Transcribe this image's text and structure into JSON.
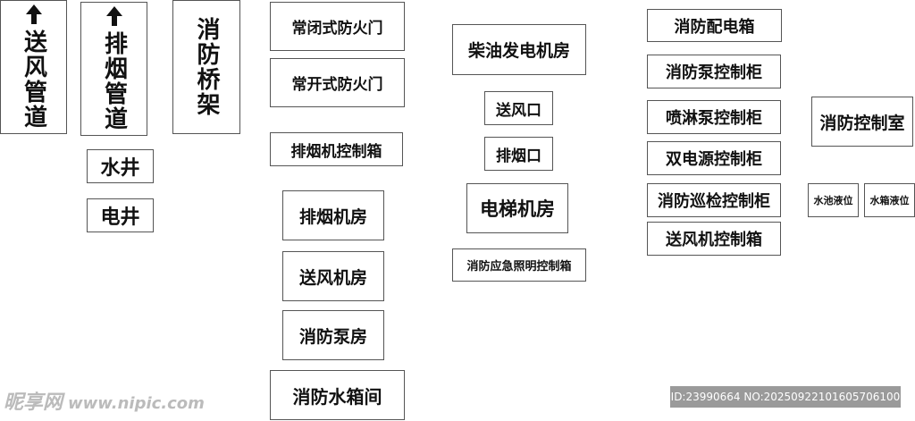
{
  "vertical_signs": [
    {
      "text": "送风管道",
      "arrow": true
    },
    {
      "text": "排烟管道",
      "arrow": true
    },
    {
      "text": "消防桥架",
      "arrow": false
    }
  ],
  "signs": {
    "shuijing": "水井",
    "dianjing": "电井",
    "changbi": "常闭式防火门",
    "changkai": "常开式防火门",
    "paiyan_kongzhixiang": "排烟机控制箱",
    "paiyan_jifang": "排烟机房",
    "songfeng_jifang": "送风机房",
    "xiaofang_bengfang": "消防泵房",
    "xiaofang_shuixiangjian": "消防水箱间",
    "chaiyou": "柴油发电机房",
    "songfengkou": "送风口",
    "paiyankou": "排烟口",
    "dianti": "电梯机房",
    "yingji_zhaoming": "消防应急照明控制箱",
    "peidianxiang": "消防配电箱",
    "bengkongzhigui": "消防泵控制柜",
    "penlin": "喷淋泵控制柜",
    "shuangdianyuan": "双电源控制柜",
    "xunjian": "消防巡检控制柜",
    "songfeng_kongzhixiang": "送风机控制箱",
    "kongzhishi": "消防控制室",
    "shuichi_yewei": "水池液位",
    "shuixiang_yewei": "水箱液位"
  },
  "watermark": {
    "left_cn": "昵享网",
    "left_url": "www.nipic.com",
    "right": "ID:23990664 NO:20250922101605706100"
  }
}
